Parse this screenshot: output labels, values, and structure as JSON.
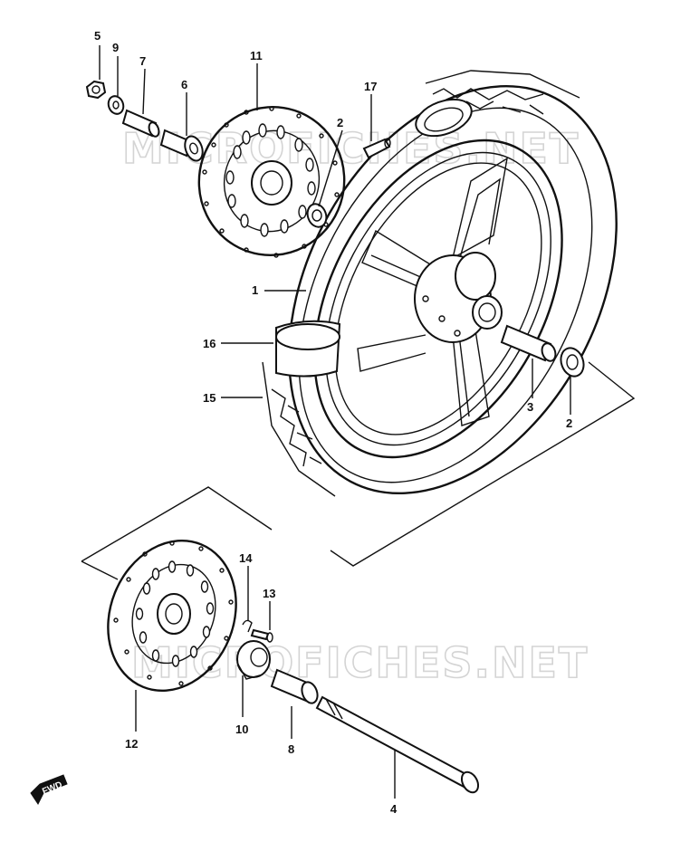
{
  "watermark": {
    "top": "MICROFICHES.NET",
    "bottom": "MICROFICHES.NET"
  },
  "fwd_label": "FWD",
  "callouts": [
    {
      "id": "1",
      "text": "1"
    },
    {
      "id": "2a",
      "text": "2"
    },
    {
      "id": "2b",
      "text": "2"
    },
    {
      "id": "3",
      "text": "3"
    },
    {
      "id": "4",
      "text": "4"
    },
    {
      "id": "5",
      "text": "5"
    },
    {
      "id": "6",
      "text": "6"
    },
    {
      "id": "7",
      "text": "7"
    },
    {
      "id": "8",
      "text": "8"
    },
    {
      "id": "9",
      "text": "9"
    },
    {
      "id": "10",
      "text": "10"
    },
    {
      "id": "11",
      "text": "11"
    },
    {
      "id": "12",
      "text": "12"
    },
    {
      "id": "13",
      "text": "13"
    },
    {
      "id": "14",
      "text": "14"
    },
    {
      "id": "15",
      "text": "15"
    },
    {
      "id": "16",
      "text": "16"
    },
    {
      "id": "17",
      "text": "17"
    }
  ],
  "colors": {
    "ink": "#111111",
    "paper": "#ffffff",
    "watermark": "#d4d4d4"
  }
}
